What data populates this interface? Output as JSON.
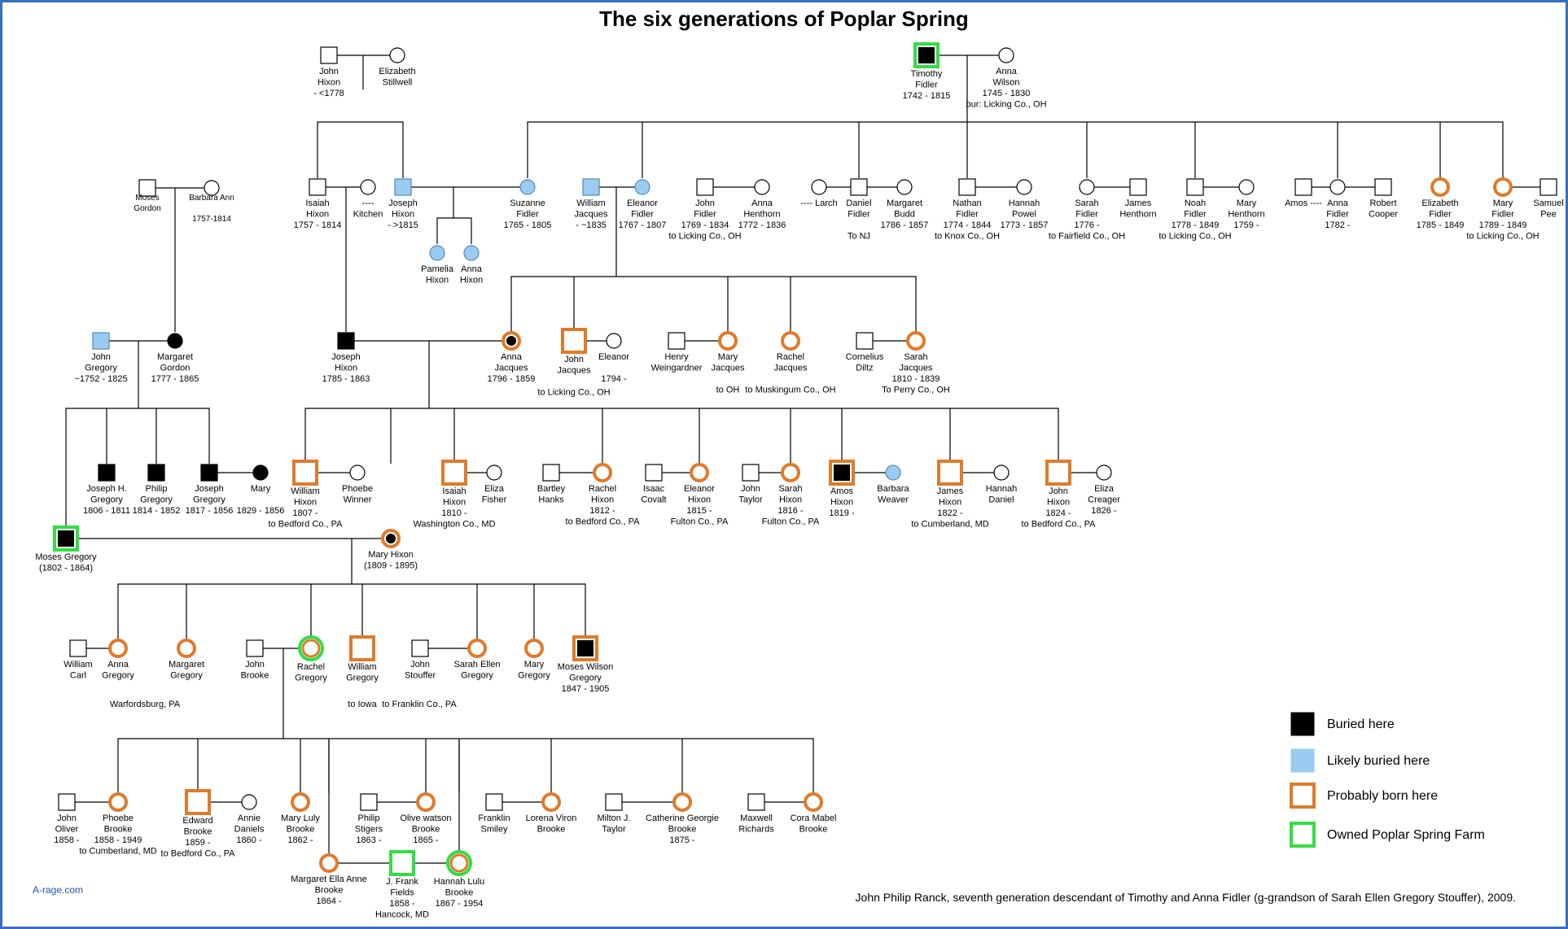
{
  "title": "The six generations of Poplar Spring",
  "colors": {
    "buried": "#000000",
    "likely": "#99ccf0",
    "born": "#e07a2a",
    "owned": "#33dd44",
    "line": "#000000",
    "frame": "#3a6cc0",
    "site_link": "#2255aa"
  },
  "people": [
    {
      "id": "jhixon1",
      "shape": "square",
      "status": "none",
      "lines": [
        "John",
        "Hixon",
        "- <1778"
      ]
    },
    {
      "id": "estillwell",
      "shape": "circle",
      "status": "none",
      "lines": [
        "Elizabeth",
        "Stillwell"
      ]
    },
    {
      "id": "tfidler",
      "shape": "square",
      "status": "buried_owned",
      "lines": [
        "Timothy",
        "Fidler",
        "1742 - 1815"
      ]
    },
    {
      "id": "awilson",
      "shape": "circle",
      "status": "none",
      "lines": [
        "Anna",
        "Wilson",
        "1745 - 1830",
        "bur: Licking Co., OH"
      ]
    },
    {
      "id": "mgordon",
      "shape": "square",
      "status": "none",
      "lines": [
        "Moses",
        "Gordon"
      ]
    },
    {
      "id": "bann",
      "shape": "circle",
      "status": "none",
      "lines": [
        "Barbara Ann",
        "",
        "1757-1814"
      ]
    },
    {
      "id": "ihixon",
      "shape": "square",
      "status": "none",
      "lines": [
        "Isaiah",
        "Hixon",
        "1757 - 1814"
      ]
    },
    {
      "id": "kitchen",
      "shape": "circle",
      "status": "none",
      "lines": [
        "----",
        "Kitchen"
      ]
    },
    {
      "id": "johixon",
      "shape": "square",
      "status": "likely",
      "lines": [
        "Joseph",
        "Hixon",
        "- >1815"
      ]
    },
    {
      "id": "sfidler",
      "shape": "circle",
      "status": "likely",
      "lines": [
        "Suzanne",
        "Fidler",
        "1765 - 1805"
      ]
    },
    {
      "id": "wjacques",
      "shape": "square",
      "status": "likely",
      "lines": [
        "William",
        "Jacques",
        "- ~1835"
      ]
    },
    {
      "id": "efidler",
      "shape": "circle",
      "status": "likely",
      "lines": [
        "Eleanor",
        "Fidler",
        "1767 - 1807"
      ]
    },
    {
      "id": "jfidler",
      "shape": "square",
      "status": "none",
      "lines": [
        "John",
        "Fidler",
        "1769 - 1834",
        "to Licking Co., OH"
      ]
    },
    {
      "id": "ahenthorn",
      "shape": "circle",
      "status": "none",
      "lines": [
        "Anna",
        "Henthorn",
        "1772 - 1836"
      ]
    },
    {
      "id": "larch",
      "shape": "circle",
      "status": "none",
      "lines": [
        "---- Larch"
      ]
    },
    {
      "id": "dfidler",
      "shape": "square",
      "status": "none",
      "lines": [
        "Daniel",
        "Fidler",
        "",
        "To NJ"
      ]
    },
    {
      "id": "mbudd",
      "shape": "circle",
      "status": "none",
      "lines": [
        "Margaret",
        "Budd",
        "1786 - 1857"
      ]
    },
    {
      "id": "nfidler",
      "shape": "square",
      "status": "none",
      "lines": [
        "Nathan",
        "Fidler",
        "1774 - 1844",
        "to Knox Co., OH"
      ]
    },
    {
      "id": "hpowel",
      "shape": "circle",
      "status": "none",
      "lines": [
        "Hannah",
        "Powel",
        "1773 - 1857"
      ]
    },
    {
      "id": "safidler",
      "shape": "circle",
      "status": "none",
      "lines": [
        "Sarah",
        "Fidler",
        "1776 -",
        "to Fairfield Co., OH"
      ]
    },
    {
      "id": "jhenthorn",
      "shape": "square",
      "status": "none",
      "lines": [
        "James",
        "Henthorn"
      ]
    },
    {
      "id": "nofidler",
      "shape": "square",
      "status": "none",
      "lines": [
        "Noah",
        "Fidler",
        "1778 - 1849",
        "to Licking Co., OH"
      ]
    },
    {
      "id": "mhenthorn",
      "shape": "circle",
      "status": "none",
      "lines": [
        "Mary",
        "Henthorn",
        "1759 -"
      ]
    },
    {
      "id": "amos",
      "shape": "square",
      "status": "none",
      "lines": [
        "Amos ----"
      ]
    },
    {
      "id": "anfidler",
      "shape": "circle",
      "status": "none",
      "lines": [
        "Anna",
        "Fidler",
        "1782 -"
      ]
    },
    {
      "id": "rcooper",
      "shape": "square",
      "status": "none",
      "lines": [
        "Robert",
        "Cooper"
      ]
    },
    {
      "id": "elfidler",
      "shape": "circle",
      "status": "born",
      "lines": [
        "Elizabeth",
        "Fidler",
        "1785 - 1849"
      ]
    },
    {
      "id": "mafidler",
      "shape": "circle",
      "status": "born",
      "lines": [
        "Mary",
        "Fidler",
        "1789 - 1849",
        "to Licking Co., OH"
      ]
    },
    {
      "id": "spee",
      "shape": "square",
      "status": "none",
      "lines": [
        "Samuel",
        "Pee"
      ]
    },
    {
      "id": "phixon",
      "shape": "circle",
      "status": "likely",
      "lines": [
        "Pamelia",
        "Hixon"
      ]
    },
    {
      "id": "anhixon",
      "shape": "circle",
      "status": "likely",
      "lines": [
        "Anna",
        "Hixon"
      ]
    },
    {
      "id": "jgregory1",
      "shape": "square",
      "status": "likely",
      "lines": [
        "John",
        "Gregory",
        "~1752 - 1825"
      ]
    },
    {
      "id": "margordon",
      "shape": "circle",
      "status": "buried",
      "lines": [
        "Margaret",
        "Gordon",
        "1777 - 1865"
      ]
    },
    {
      "id": "jhixon2",
      "shape": "square",
      "status": "buried",
      "lines": [
        "Joseph",
        "Hixon",
        "1785 - 1863"
      ]
    },
    {
      "id": "ajacques",
      "shape": "circle",
      "status": "born_buried",
      "lines": [
        "Anna",
        "Jacques",
        "1796 - 1859"
      ]
    },
    {
      "id": "jjacques",
      "shape": "square",
      "status": "born",
      "lines": [
        "John",
        "Jacques",
        "",
        "to Licking Co., OH"
      ]
    },
    {
      "id": "eleanor2",
      "shape": "circle",
      "status": "none",
      "lines": [
        "Eleanor",
        "",
        "1794 -"
      ]
    },
    {
      "id": "hweingardner",
      "shape": "square",
      "status": "none",
      "lines": [
        "Henry",
        "Weingardner"
      ]
    },
    {
      "id": "mjacques",
      "shape": "circle",
      "status": "born",
      "lines": [
        "Mary",
        "Jacques",
        "",
        "to OH"
      ]
    },
    {
      "id": "rjacques",
      "shape": "circle",
      "status": "born",
      "lines": [
        "Rachel",
        "Jacques",
        "",
        "to Muskingum Co., OH"
      ]
    },
    {
      "id": "cdiltz",
      "shape": "square",
      "status": "none",
      "lines": [
        "Cornelius",
        "Diltz"
      ]
    },
    {
      "id": "sjacques",
      "shape": "circle",
      "status": "born",
      "lines": [
        "Sarah",
        "Jacques",
        "1810 - 1839",
        "To Perry Co., OH"
      ]
    },
    {
      "id": "jhgregory",
      "shape": "square",
      "status": "buried",
      "lines": [
        "Joseph H.",
        "Gregory",
        "1806 - 1811"
      ]
    },
    {
      "id": "pgregory1",
      "shape": "square",
      "status": "buried",
      "lines": [
        "Philip",
        "Gregory",
        "1814 - 1852"
      ]
    },
    {
      "id": "jogregory",
      "shape": "square",
      "status": "buried",
      "lines": [
        "Joseph",
        "Gregory",
        "1817 - 1856"
      ]
    },
    {
      "id": "mary1",
      "shape": "circle",
      "status": "buried",
      "lines": [
        "Mary",
        "",
        "1829 - 1856"
      ]
    },
    {
      "id": "whixon",
      "shape": "square",
      "status": "born",
      "lines": [
        "William",
        "Hixon",
        "1807 -",
        "to Bedford Co., PA"
      ]
    },
    {
      "id": "pwinner",
      "shape": "circle",
      "status": "none",
      "lines": [
        "Phoebe",
        "Winner"
      ]
    },
    {
      "id": "ishixon",
      "shape": "square",
      "status": "born",
      "lines": [
        "Isaiah",
        "Hixon",
        "1810 -",
        "Washington Co., MD"
      ]
    },
    {
      "id": "efisher",
      "shape": "circle",
      "status": "none",
      "lines": [
        "Eliza",
        "Fisher"
      ]
    },
    {
      "id": "bhanks",
      "shape": "square",
      "status": "none",
      "lines": [
        "Bartley",
        "Hanks"
      ]
    },
    {
      "id": "rhixon",
      "shape": "circle",
      "status": "born",
      "lines": [
        "Rachel",
        "Hixon",
        "1812 -",
        "to Bedford Co., PA"
      ]
    },
    {
      "id": "icovalt",
      "shape": "square",
      "status": "none",
      "lines": [
        "Isaac",
        "Covalt"
      ]
    },
    {
      "id": "elhixon",
      "shape": "circle",
      "status": "born",
      "lines": [
        "Eleanor",
        "Hixon",
        "1815 -",
        "Fulton Co., PA"
      ]
    },
    {
      "id": "jtaylor",
      "shape": "square",
      "status": "none",
      "lines": [
        "John",
        "Taylor"
      ]
    },
    {
      "id": "sahixon",
      "shape": "circle",
      "status": "born",
      "lines": [
        "Sarah",
        "Hixon",
        "1816 -",
        "Fulton Co., PA"
      ]
    },
    {
      "id": "amhixon",
      "shape": "square",
      "status": "born_buried",
      "lines": [
        "Amos",
        "Hixon",
        "1819 -"
      ]
    },
    {
      "id": "bweaver",
      "shape": "circle",
      "status": "likely",
      "lines": [
        "Barbara",
        "Weaver"
      ]
    },
    {
      "id": "jahixon",
      "shape": "square",
      "status": "born",
      "lines": [
        "James",
        "Hixon",
        "1822 -",
        "to Cumberland, MD"
      ]
    },
    {
      "id": "hdaniel",
      "shape": "circle",
      "status": "none",
      "lines": [
        "Hannah",
        "Daniel"
      ]
    },
    {
      "id": "johnhixon3",
      "shape": "square",
      "status": "born",
      "lines": [
        "John",
        "Hixon",
        "1824 -",
        "to Bedford Co., PA"
      ]
    },
    {
      "id": "ecreager",
      "shape": "circle",
      "status": "none",
      "lines": [
        "Eliza",
        "Creager",
        "1826 -"
      ]
    },
    {
      "id": "mosesg",
      "shape": "square",
      "status": "buried_owned",
      "lines": [
        "Moses Gregory",
        "(1802 - 1864)"
      ]
    },
    {
      "id": "maryhixon",
      "shape": "circle",
      "status": "born_buried",
      "lines": [
        "Mary Hixon",
        "(1809 - 1895)"
      ]
    },
    {
      "id": "wcarl",
      "shape": "square",
      "status": "none",
      "lines": [
        "William",
        "Carl"
      ]
    },
    {
      "id": "angregory",
      "shape": "circle",
      "status": "born",
      "lines": [
        "Anna",
        "Gregory"
      ]
    },
    {
      "id": "mggregory",
      "shape": "circle",
      "status": "born",
      "lines": [
        "Margaret",
        "Gregory"
      ]
    },
    {
      "id": "jbrooke",
      "shape": "square",
      "status": "none",
      "lines": [
        "John",
        "Brooke"
      ]
    },
    {
      "id": "rgregory",
      "shape": "circle",
      "status": "born_owned",
      "lines": [
        "Rachel",
        "Gregory"
      ]
    },
    {
      "id": "wgregory",
      "shape": "square",
      "status": "born",
      "lines": [
        "William",
        "Gregory"
      ]
    },
    {
      "id": "jstouffer",
      "shape": "square",
      "status": "none",
      "lines": [
        "John",
        "Stouffer"
      ]
    },
    {
      "id": "segregory",
      "shape": "circle",
      "status": "born",
      "lines": [
        "Sarah Ellen",
        "Gregory"
      ]
    },
    {
      "id": "mygregory",
      "shape": "circle",
      "status": "born",
      "lines": [
        "Mary",
        "Gregory"
      ]
    },
    {
      "id": "mwgregory",
      "shape": "square",
      "status": "born_buried",
      "lines": [
        "Moses Wilson",
        "Gregory",
        "1847 - 1905"
      ]
    },
    {
      "id": "joliver",
      "shape": "square",
      "status": "none",
      "lines": [
        "John",
        "Oliver",
        "1858 -"
      ]
    },
    {
      "id": "pbrooke",
      "shape": "circle",
      "status": "born",
      "lines": [
        "Phoebe",
        "Brooke",
        "1858 - 1949",
        "to Cumberland, MD"
      ]
    },
    {
      "id": "edbrooke",
      "shape": "square",
      "status": "born",
      "lines": [
        "Edward",
        "Brooke",
        "1859 -",
        "to Bedford Co., PA"
      ]
    },
    {
      "id": "adaniels",
      "shape": "circle",
      "status": "none",
      "lines": [
        "Annie",
        "Daniels",
        "1860 -"
      ]
    },
    {
      "id": "mlbrooke",
      "shape": "circle",
      "status": "born",
      "lines": [
        "Mary Luly",
        "Brooke",
        "1862 -"
      ]
    },
    {
      "id": "pstigers",
      "shape": "square",
      "status": "none",
      "lines": [
        "Philip",
        "Stigers",
        "1863 -"
      ]
    },
    {
      "id": "owbrooke",
      "shape": "circle",
      "status": "born",
      "lines": [
        "Olive watson",
        "Brooke",
        "1865 -"
      ]
    },
    {
      "id": "fsmiley",
      "shape": "square",
      "status": "none",
      "lines": [
        "Franklin",
        "Smiley"
      ]
    },
    {
      "id": "lvbrooke",
      "shape": "circle",
      "status": "born",
      "lines": [
        "Lorena Viron",
        "Brooke"
      ]
    },
    {
      "id": "mtaylor",
      "shape": "square",
      "status": "none",
      "lines": [
        "Milton J.",
        "Taylor"
      ]
    },
    {
      "id": "cgbrooke",
      "shape": "circle",
      "status": "born",
      "lines": [
        "Catherine Georgie",
        "Brooke",
        "1875 -"
      ]
    },
    {
      "id": "mrichards",
      "shape": "square",
      "status": "none",
      "lines": [
        "Maxwell",
        "Richards"
      ]
    },
    {
      "id": "cmbrooke",
      "shape": "circle",
      "status": "born",
      "lines": [
        "Cora Mabel",
        "Brooke"
      ]
    },
    {
      "id": "meabrooke",
      "shape": "circle",
      "status": "born",
      "lines": [
        "Margaret Ella Anne",
        "Brooke",
        "1864 -"
      ]
    },
    {
      "id": "jffields",
      "shape": "square",
      "status": "owned",
      "lines": [
        "J. Frank",
        "Fields",
        "1858 -",
        "Hancock, MD"
      ]
    },
    {
      "id": "hlbrooke",
      "shape": "circle",
      "status": "born_owned",
      "lines": [
        "Hannah Lulu",
        "Brooke",
        "1867 - 1954"
      ]
    }
  ],
  "notes": [
    {
      "id": "warfordsburg",
      "text": "Warfordsburg, PA"
    },
    {
      "id": "toiowa",
      "text": "to Iowa"
    },
    {
      "id": "tofranklin",
      "text": "to Franklin Co., PA"
    }
  ],
  "legend": [
    {
      "id": "buried",
      "text": "Buried here"
    },
    {
      "id": "likely",
      "text": "Likely buried here"
    },
    {
      "id": "born",
      "text": "Probably born here"
    },
    {
      "id": "owned",
      "text": "Owned Poplar Spring Farm"
    }
  ],
  "footer": "John Philip Ranck, seventh generation descendant of Timothy and Anna Fidler (g-grandson of Sarah Ellen Gregory Stouffer), 2009.",
  "site": "A-rage.com"
}
